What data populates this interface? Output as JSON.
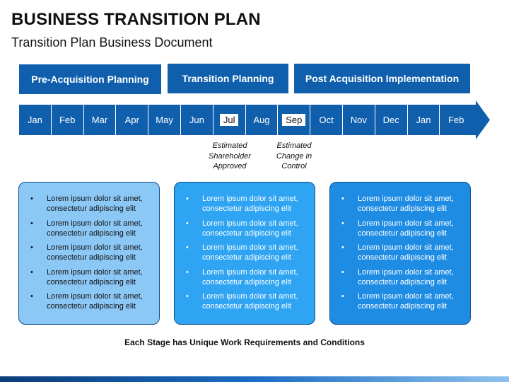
{
  "header": {
    "title": "BUSINESS TRANSITION PLAN",
    "subtitle": "Transition Plan Business Document"
  },
  "phases": [
    {
      "label": "Pre-Acquisition Planning"
    },
    {
      "label": "Transition Planning"
    },
    {
      "label": "Post Acquisition Implementation"
    }
  ],
  "timeline": {
    "months": [
      "Jan",
      "Feb",
      "Mar",
      "Apr",
      "May",
      "Jun",
      "Jul",
      "Aug",
      "Sep",
      "Oct",
      "Nov",
      "Dec",
      "Jan",
      "Feb"
    ],
    "highlighted": [
      "Jul",
      "Sep"
    ],
    "colors": {
      "bar": "#0f5fad",
      "highlight": "#ffffff"
    }
  },
  "milestones": [
    {
      "text": "Estimated Shareholder Approved",
      "month": "Jul"
    },
    {
      "text": "Estimated Change in Control",
      "month": "Sep"
    }
  ],
  "cards": [
    {
      "items": [
        "Lorem ipsum dolor sit amet, consectetur adipiscing elit",
        "Lorem ipsum dolor sit amet, consectetur adipiscing elit",
        "Lorem ipsum dolor sit amet, consectetur adipiscing elit",
        "Lorem ipsum dolor sit amet, consectetur adipiscing elit",
        "Lorem ipsum dolor sit amet, consectetur adipiscing elit"
      ]
    },
    {
      "items": [
        "Lorem ipsum dolor sit amet, consectetur adipiscing elit",
        "Lorem ipsum dolor sit amet, consectetur adipiscing elit",
        "Lorem ipsum dolor sit amet, consectetur adipiscing elit",
        "Lorem ipsum dolor sit amet, consectetur adipiscing elit",
        "Lorem ipsum dolor sit amet, consectetur adipiscing elit"
      ]
    },
    {
      "items": [
        "Lorem ipsum dolor sit amet, consectetur adipiscing elit",
        "Lorem ipsum dolor sit amet, consectetur adipiscing elit",
        "Lorem ipsum dolor sit amet, consectetur adipiscing elit",
        "Lorem ipsum dolor sit amet, consectetur adipiscing elit",
        "Lorem ipsum dolor sit amet, consectetur adipiscing elit"
      ]
    }
  ],
  "bullet_glyph": "•",
  "footer": "Each Stage has Unique Work Requirements and Conditions"
}
